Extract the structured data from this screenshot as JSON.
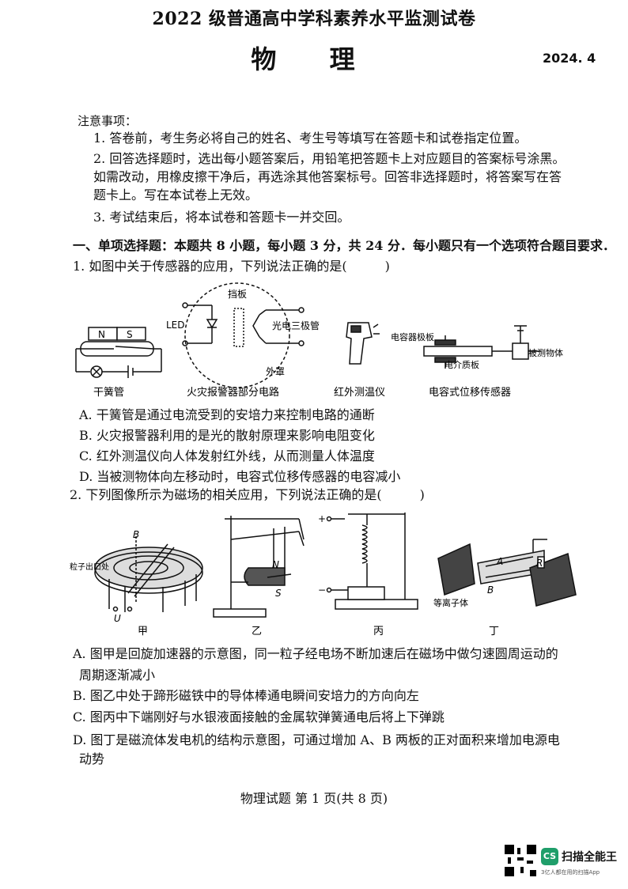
{
  "header": {
    "exam_title": "2022 级普通高中学科素养水平监测试卷",
    "subject": "物 理",
    "date": "2024. 4"
  },
  "notes": {
    "heading": "注意事项：",
    "items": [
      "1. 答卷前，考生务必将自己的姓名、考生号等填写在答题卡和试卷指定位置。",
      "2. 回答选择题时，选出每小题答案后，用铅笔把答题卡上对应题目的答案标号涂黑。",
      "如需改动，用橡皮擦干净后，再选涂其他答案标号。回答非选择题时，将答案写在答",
      "题卡上。写在本试卷上无效。",
      "3. 考试结束后，将本试卷和答题卡一并交回。"
    ]
  },
  "section1": {
    "heading": "一、单项选择题：本题共 8 小题，每小题 3 分，共 24 分．每小题只有一个选项符合题目要求．"
  },
  "q1": {
    "stem": "1. 如图中关于传感器的应用，下列说法正确的是(　　　)",
    "figure_labels": {
      "reed_n": "N",
      "reed_s": "S",
      "led": "LED",
      "baffle": "挡板",
      "phototriode": "光电三极管",
      "cover": "外罩",
      "cap_plate": "电容器极板",
      "dielectric": "电介质板",
      "object": "被测物体"
    },
    "captions": [
      "干簧管",
      "火灾报警器部分电路",
      "红外测温仪",
      "电容式位移传感器"
    ],
    "options": [
      "A. 干簧管是通过电流受到的安培力来控制电路的通断",
      "B. 火灾报警器利用的是光的散射原理来影响电阻变化",
      "C. 红外测温仪向人体发射红外线，从而测量人体温度",
      "D. 当被测物体向左移动时，电容式位移传感器的电容减小"
    ]
  },
  "q2": {
    "stem": "2. 下列图像所示为磁场的相关应用，下列说法正确的是(　　　)",
    "figure_labels": {
      "b": "B",
      "particle_exit": "粒子出口处",
      "u": "U",
      "n": "N",
      "s": "S",
      "plus": "+",
      "minus": "−",
      "a": "A",
      "r": "R",
      "b2": "B",
      "plasma": "等离子体"
    },
    "captions": [
      "甲",
      "乙",
      "丙",
      "丁"
    ],
    "options": [
      "A. 图甲是回旋加速器的示意图，同一粒子经电场不断加速后在磁场中做匀速圆周运动的",
      "周期逐渐减小",
      "B. 图乙中处于蹄形磁铁中的导体棒通电瞬间安培力的方向向左",
      "C. 图丙中下端刚好与水银液面接触的金属软弹簧通电后将上下弹跳",
      "D. 图丁是磁流体发电机的结构示意图，可通过增加 A、B 两板的正对面积来增加电源电",
      "动势"
    ]
  },
  "footer": {
    "page": "物理试题 第 1 页(共 8 页)"
  },
  "watermark": {
    "badge": "CS",
    "name": "扫描全能王",
    "sub": "3亿人都在用的扫描App"
  }
}
